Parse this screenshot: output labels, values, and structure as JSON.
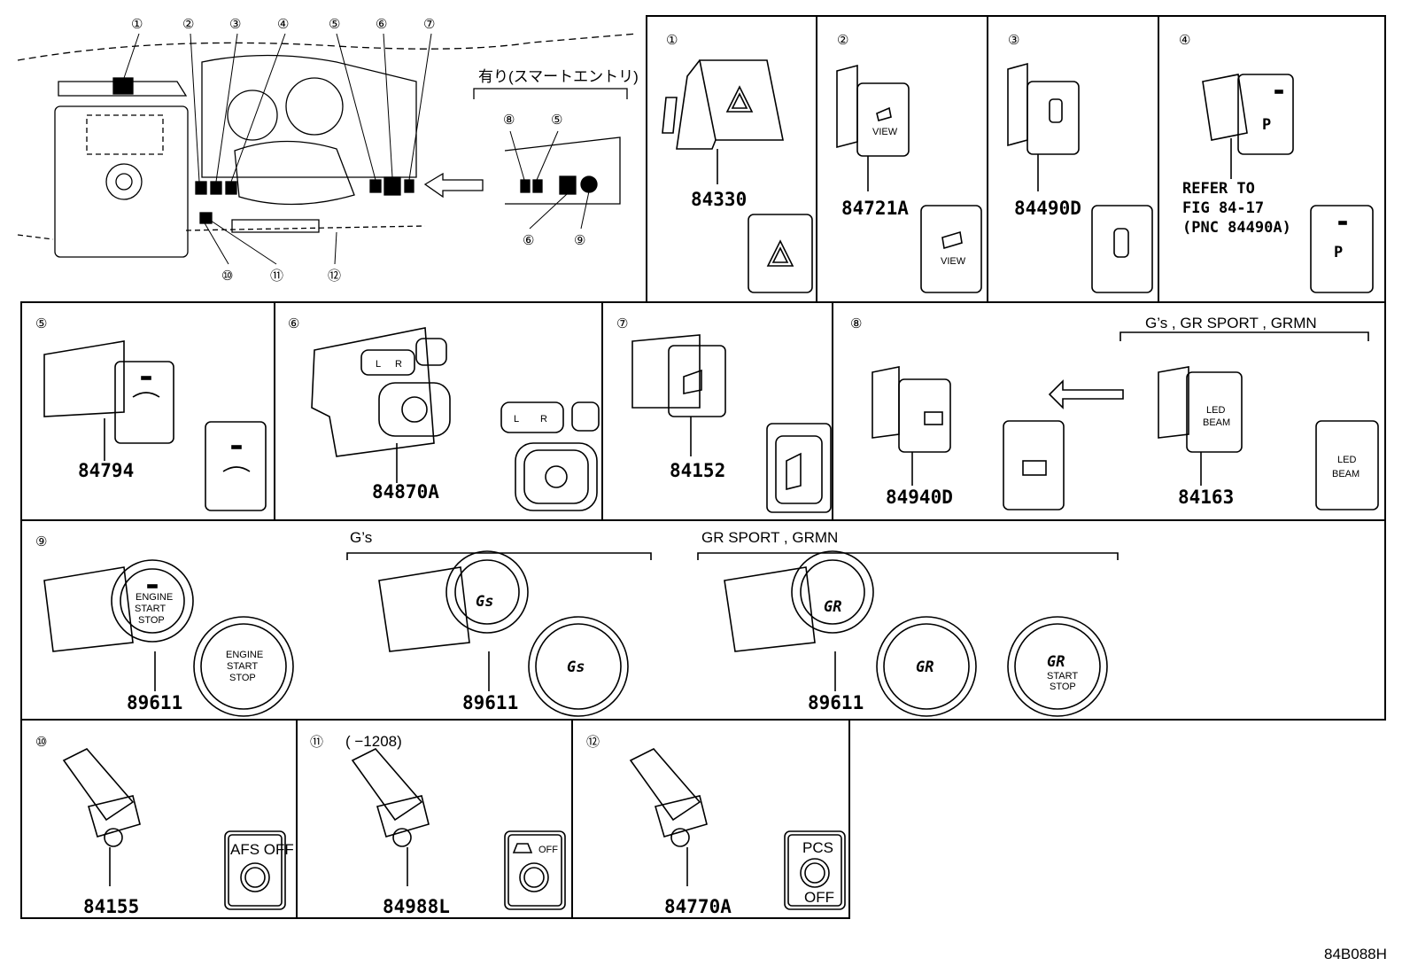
{
  "overview": {
    "callouts": [
      "①",
      "②",
      "③",
      "④",
      "⑤",
      "⑥",
      "⑦",
      "⑧",
      "⑨",
      "⑩",
      "⑪",
      "⑫"
    ],
    "smart_entry_label": "有り(スマートエントリ)",
    "inset_callouts": [
      "⑧",
      "⑤",
      "⑥",
      "⑨"
    ]
  },
  "panels": {
    "p1": {
      "index": "①",
      "part": "84330"
    },
    "p2": {
      "index": "②",
      "part": "84721A",
      "label": "VIEW"
    },
    "p3": {
      "index": "③",
      "part": "84490D"
    },
    "p4": {
      "index": "④",
      "refer": [
        "REFER TO",
        "FIG 84-17",
        "(PNC 84490A)"
      ],
      "label": "P"
    },
    "p5": {
      "index": "⑤",
      "part": "84794"
    },
    "p6": {
      "index": "⑥",
      "part": "84870A",
      "l": "L",
      "r": "R"
    },
    "p7": {
      "index": "⑦",
      "part": "84152"
    },
    "p8": {
      "index": "⑧",
      "variant": "G’s , GR SPORT , GRMN",
      "part_left": "84940D",
      "part_right": "84163",
      "led_label": [
        "LED",
        "BEAM"
      ]
    },
    "p9": {
      "index": "⑨",
      "group_gs": "G’s",
      "group_gr": "GR SPORT , GRMN",
      "parts": [
        "89611",
        "89611",
        "89611"
      ],
      "engine": [
        "ENGINE",
        "START",
        "STOP"
      ],
      "gr_logo": "GR",
      "gs_logo": "Gs",
      "ring_text": "ENGINE START STOP"
    },
    "p10": {
      "index": "⑩",
      "part": "84155",
      "label": "AFS OFF"
    },
    "p11": {
      "index": "⑪",
      "note": "(       −1208)",
      "part": "84988L",
      "label": "OFF"
    },
    "p12": {
      "index": "⑫",
      "part": "84770A",
      "label_top": "PCS",
      "label_bottom": "OFF"
    }
  },
  "figure_code": "84B088H"
}
